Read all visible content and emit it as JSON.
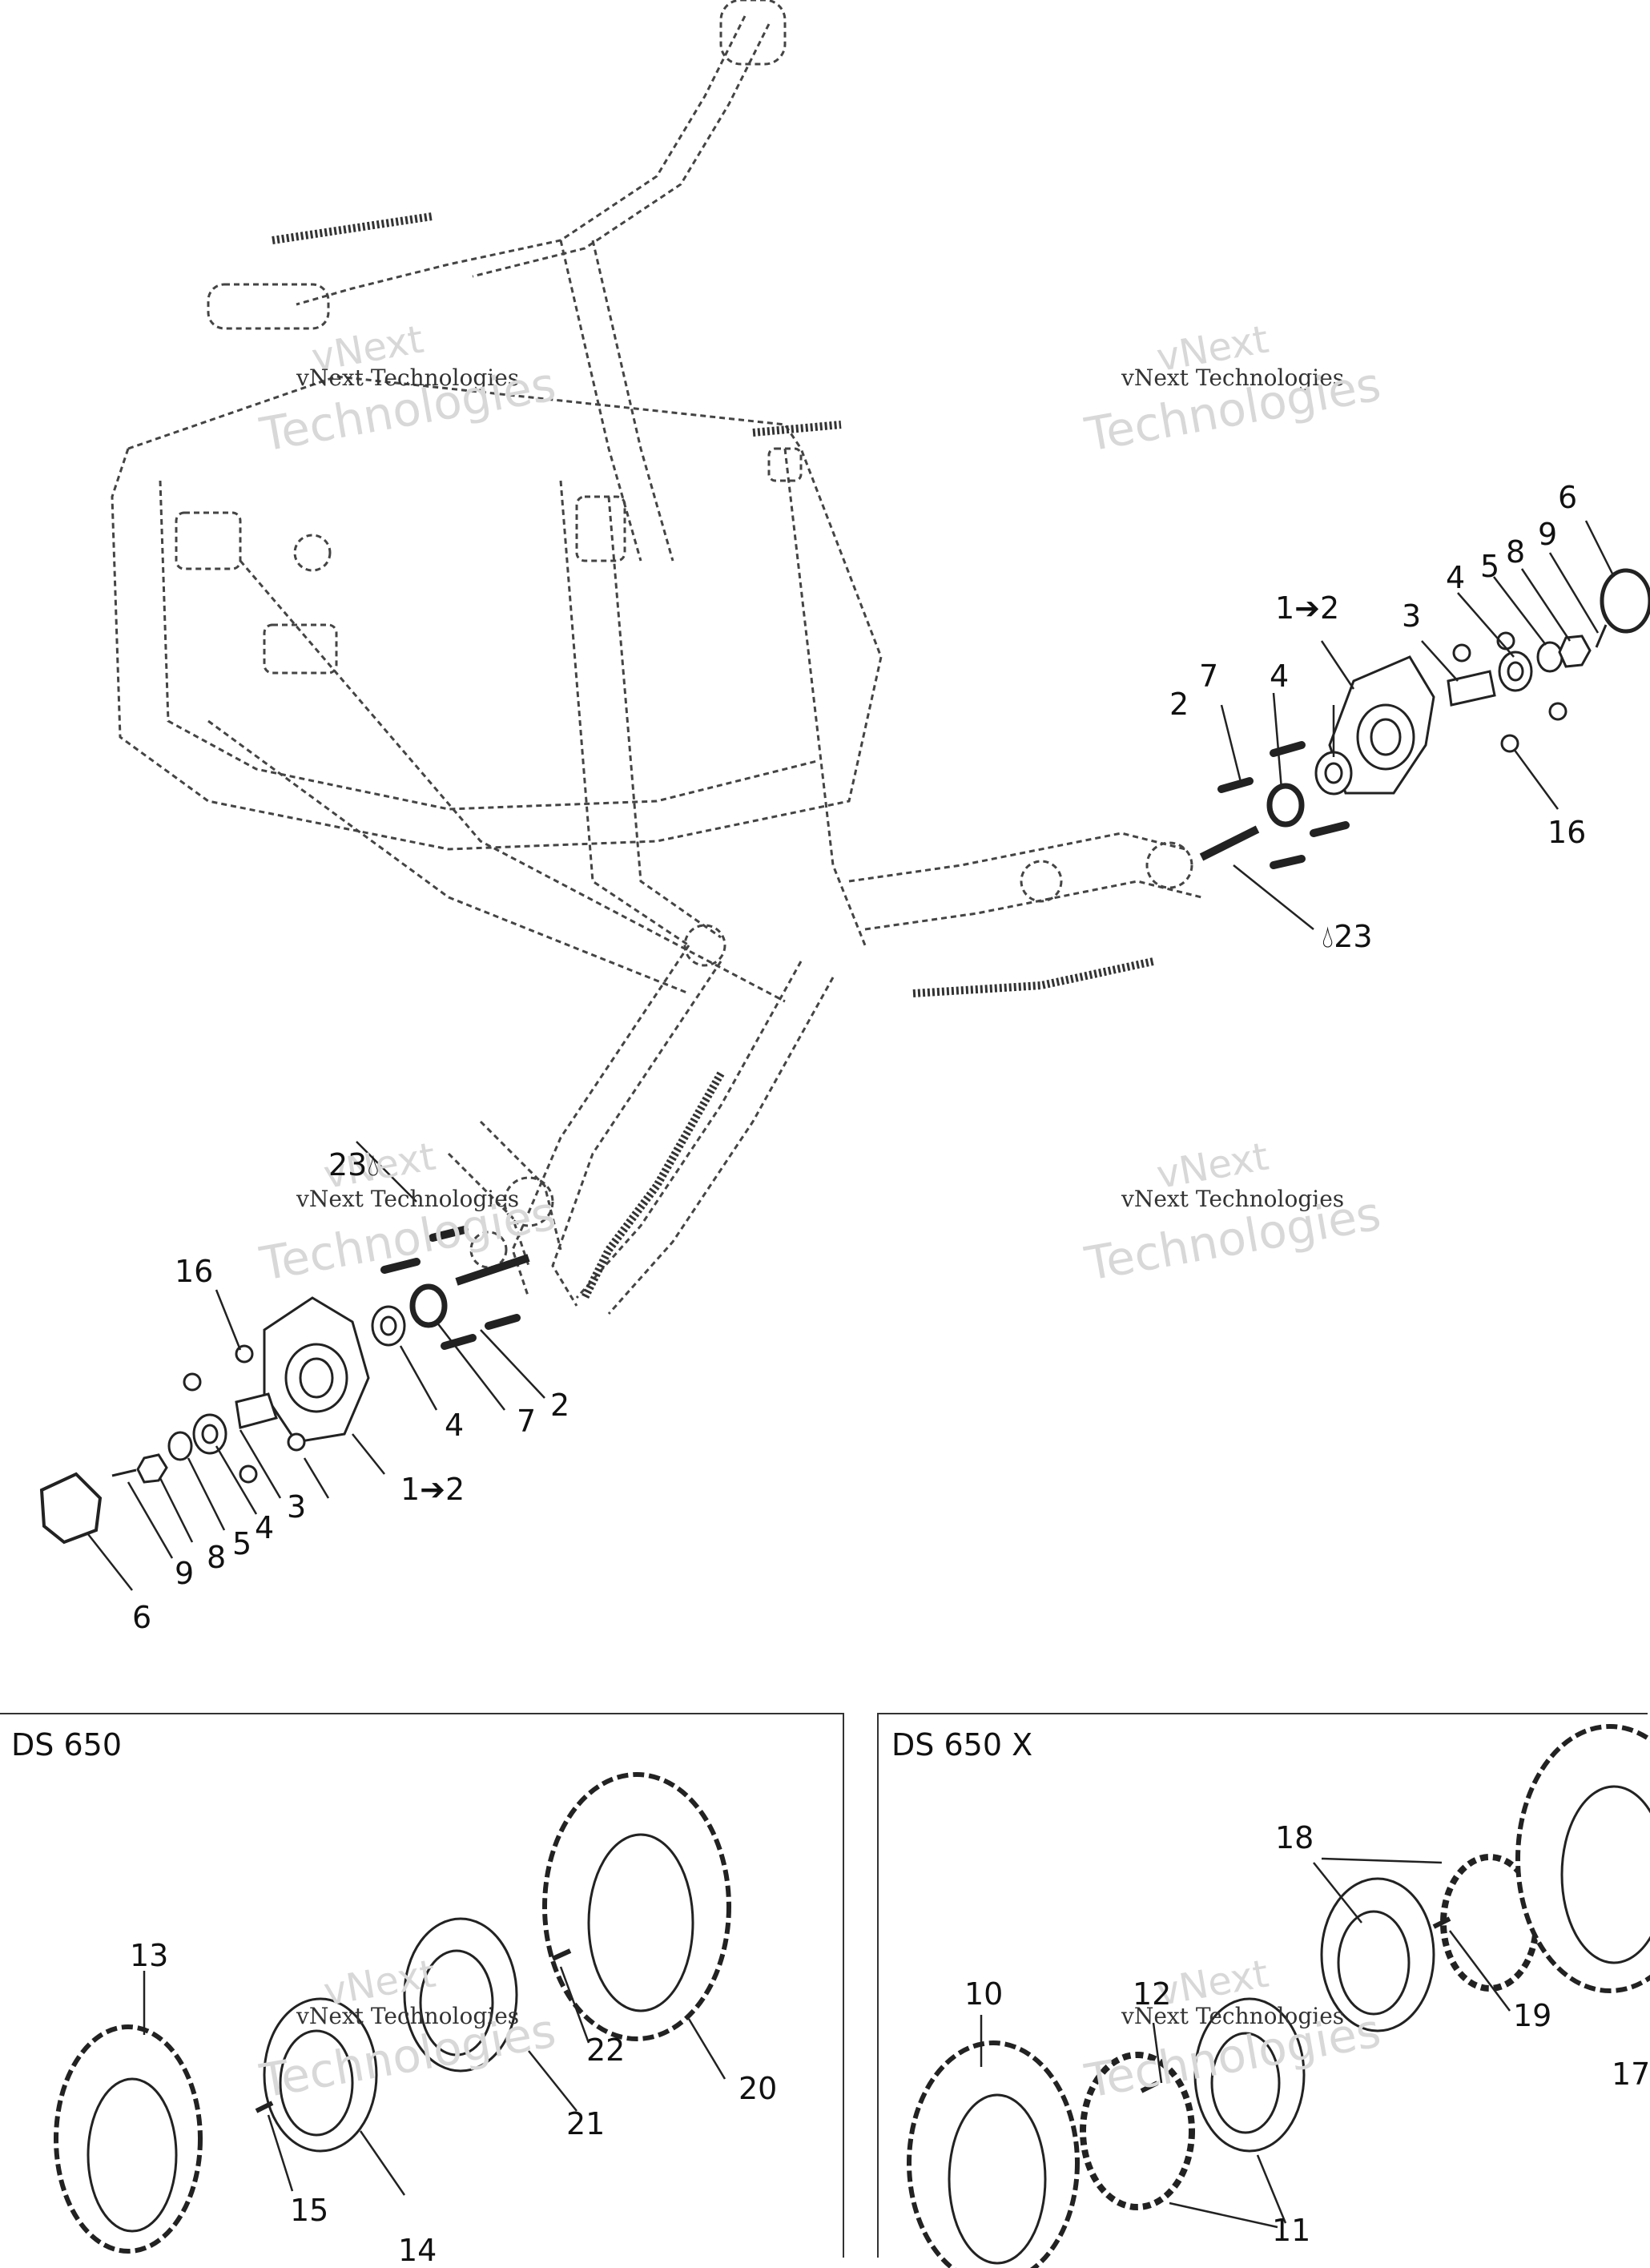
{
  "callouts": {
    "upper_right": {
      "c1_2": "1➔2",
      "c2": "2",
      "c3": "3",
      "c4a": "4",
      "c4b": "4",
      "c5": "5",
      "c6": "6",
      "c7": "7",
      "c8": "8",
      "c9": "9",
      "c16": "16",
      "c23": "23"
    },
    "lower_left": {
      "c1_2": "1➔2",
      "c2": "2",
      "c3": "3",
      "c4a": "4",
      "c4b": "4",
      "c5": "5",
      "c6": "6",
      "c7": "7",
      "c8": "8",
      "c9": "9",
      "c16": "16",
      "c23": "23"
    }
  },
  "panels": {
    "left": {
      "title": "DS 650",
      "callouts": {
        "c13": "13",
        "c14": "14",
        "c15": "15",
        "c20": "20",
        "c21": "21",
        "c22": "22"
      }
    },
    "right": {
      "title": "DS 650 X",
      "callouts": {
        "c10": "10",
        "c11": "11",
        "c12": "12",
        "c17": "17",
        "c18": "18",
        "c19": "19"
      }
    }
  },
  "watermark": {
    "line1": "vNext",
    "line2": "vNext Technologies",
    "line3": "Technologies"
  },
  "colors": {
    "line": "#222222",
    "dash": "#444444",
    "watermark": "#d8d8d8"
  }
}
